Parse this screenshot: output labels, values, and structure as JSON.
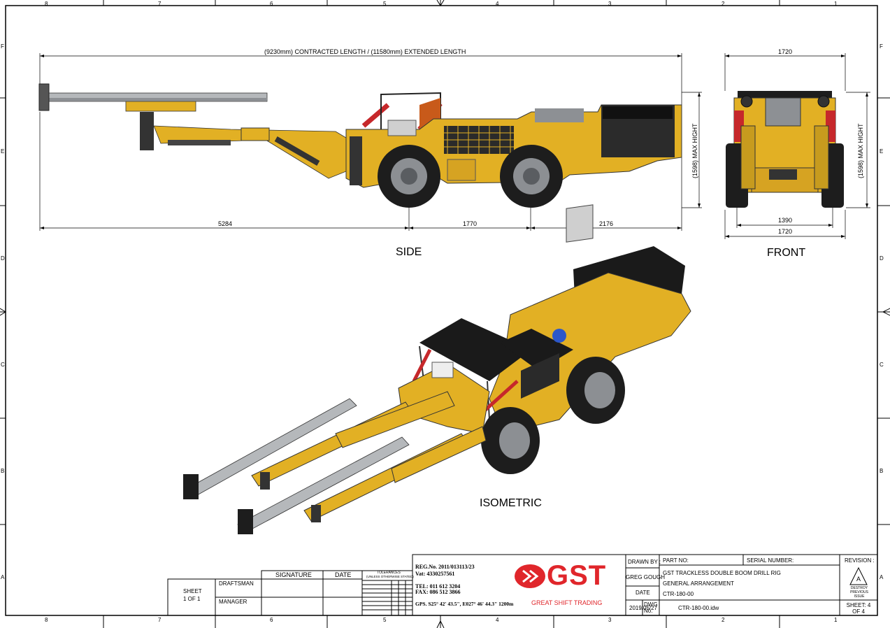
{
  "border": {
    "top_cols": [
      "8",
      "7",
      "6",
      "5",
      "4",
      "3",
      "2",
      "1"
    ],
    "side_rows": [
      "F",
      "E",
      "D",
      "C",
      "B",
      "A"
    ]
  },
  "side_view": {
    "label": "SIDE",
    "overall_length": "(9230mm) CONTRACTED LENGTH / (11580mm) EXTENDED LENGTH",
    "max_height": "(1598) MAX HIGHT",
    "dim_a": "5284",
    "dim_b": "1770",
    "dim_c": "2176"
  },
  "front_view": {
    "label": "FRONT",
    "width_top": "1720",
    "max_height": "(1598) MAX HIGHT",
    "track": "1390",
    "width_bottom": "1720"
  },
  "iso_view": {
    "label": "ISOMETRIC"
  },
  "title_block": {
    "sheet_label": "SHEET",
    "sheet_value": "1 OF 1",
    "draftsman": "DRAFTSMAN",
    "manager": "MANAGER",
    "signature": "SIGNATURE",
    "date": "DATE",
    "tolerances_title": "TOLERANCES",
    "tolerances_sub": "(UNLESS OTHERWISE STATED)",
    "reg_no": "REG.No. 2011/013113/23",
    "vat": "Vat: 4330257561",
    "tel": "TEL: 011 612 3204",
    "fax": "FAX: 086 512 3866",
    "gps": "GPS. S25° 42' 43.5\", E027° 46' 44.3\" 1200m",
    "logo_text": "GST",
    "company": "GREAT SHIFT TRADING",
    "drawn_by_label": "DRAWN BY :",
    "drawn_by": "GREG GOUGH",
    "date_label": "DATE",
    "date_value": "2019/05/27",
    "dwg_label": "DWG No.",
    "dwg_no": "CTR-180-00.idw",
    "part_no_label": "PART NO:",
    "serial_label": "SERIAL NUMBER:",
    "title_line1": "GST TRACKLESS DOUBLE BOOM DRILL RIG",
    "title_line2": "GENERAL ARRANGEMENT",
    "title_line3": "CTR-180-00",
    "revision_label": "REVISION :",
    "revision_value": "A",
    "destroy_note": "DESTROY PREVIOUS ISSUE",
    "sheet2": "SHEET: 4 OF 4"
  },
  "colors": {
    "body_yellow": "#E2B024",
    "dark": "#1f1f1f",
    "red_cyl": "#C6282B",
    "steel": "#b5b8bb",
    "logo_red": "#E0262B"
  }
}
